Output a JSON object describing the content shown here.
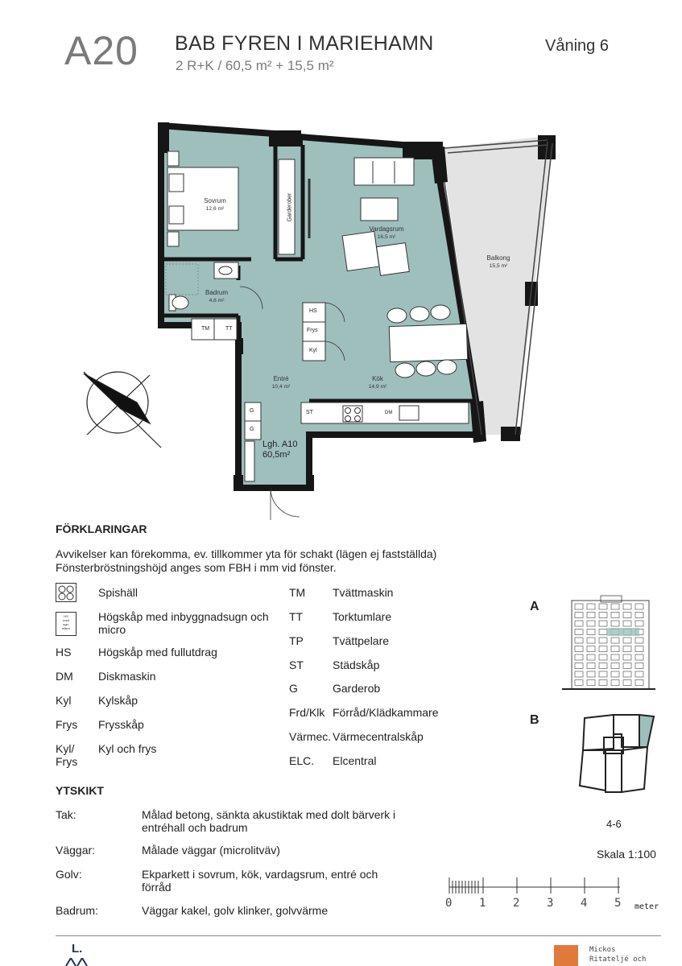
{
  "header": {
    "apartment_code": "A20",
    "project_name": "BAB FYREN I MARIEHAMN",
    "subtitle": "2 R+K / 60,5 m² + 15,5 m²",
    "floor": "Våning 6"
  },
  "rooms": {
    "sovrum": {
      "name": "Sovrum",
      "area": "12,6 m²"
    },
    "vardagsrum": {
      "name": "Vardagsrum",
      "area": "16,5 m²"
    },
    "balkong": {
      "name": "Balkong",
      "area": "15,5 m²"
    },
    "badrum": {
      "name": "Badrum",
      "area": "4,6 m²"
    },
    "entre": {
      "name": "Entré",
      "area": "10,4 m²"
    },
    "kok": {
      "name": "Kök",
      "area": "14,9 m²"
    },
    "lgh": {
      "name": "Lgh. A10",
      "area": "60,5m²"
    }
  },
  "plan_labels": {
    "garderober": "Garderober",
    "tm": "TM",
    "tt": "TT",
    "hs": "HS",
    "frys": "Frys",
    "kyl": "Kyl",
    "st": "ST",
    "dm": "DM",
    "g1": "G",
    "g2": "G"
  },
  "legend": {
    "title": "FÖRKLARINGAR",
    "note1": "Avvikelser kan förekomma, ev. tillkommer yta för schakt (lägen ej fastställda)",
    "note2": "Fönsterbröstningshöjd anges som FBH i mm vid fönster.",
    "left": [
      {
        "abbr": "",
        "icon": "stove-icon",
        "text": "Spishäll"
      },
      {
        "abbr": "",
        "icon": "oven-cabinet-icon",
        "icon_text": "HS\nmed\nugn,\nmikro",
        "text": "Högskåp med inbyggnadsugn och micro"
      },
      {
        "abbr": "HS",
        "text": "Högskåp med fullutdrag"
      },
      {
        "abbr": "DM",
        "text": "Diskmaskin"
      },
      {
        "abbr": "Kyl",
        "text": "Kylskåp"
      },
      {
        "abbr": "Frys",
        "text": "Frysskåp"
      },
      {
        "abbr": "Kyl/ Frys",
        "text": "Kyl och frys"
      }
    ],
    "right": [
      {
        "abbr": "TM",
        "text": "Tvättmaskin"
      },
      {
        "abbr": "TT",
        "text": "Torktumlare"
      },
      {
        "abbr": "TP",
        "text": "Tvättpelare"
      },
      {
        "abbr": "ST",
        "text": "Städskåp"
      },
      {
        "abbr": "G",
        "text": "Garderob"
      },
      {
        "abbr": "Frd/Klk",
        "text": "Förråd/Klädkammare"
      },
      {
        "abbr": "Värmec.",
        "text": "Värmecentralskåp"
      },
      {
        "abbr": "ELC.",
        "text": "Elcentral"
      }
    ]
  },
  "ytskikt": {
    "title": "YTSKIKT",
    "rows": [
      {
        "label": "Tak:",
        "text": "Målad betong, sänkta akustiktak med dolt bärverk i entréhall och badrum"
      },
      {
        "label": "Väggar:",
        "text": "Målade väggar (microlitväv)"
      },
      {
        "label": "Golv:",
        "text": "Ekparkett i sovrum, kök, vardagsrum, entré och förråd"
      },
      {
        "label": "Badrum:",
        "text": "Väggar kakel, golv klinker, golvvärme"
      }
    ]
  },
  "key_plans": {
    "a_label": "A",
    "b_label": "B",
    "floors": "4-6"
  },
  "scale": {
    "label": "Skala 1:100",
    "ticks": [
      "0",
      "1",
      "2",
      "3",
      "4",
      "5"
    ],
    "unit": "meter"
  },
  "footer": {
    "left_logo": "L.",
    "right_company_1": "Mickos",
    "right_company_2": "Ritateljé och"
  },
  "colors": {
    "room_fill": "#9fbfbd",
    "balcony_fill": "#e3e3e3",
    "wall": "#161616"
  }
}
